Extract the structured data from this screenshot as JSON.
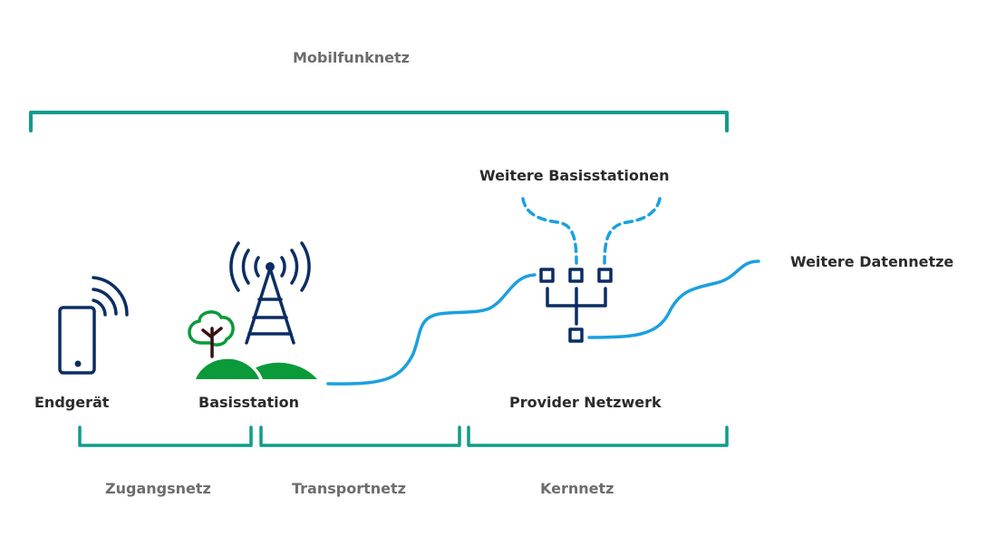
{
  "title": "Mobilfunknetz",
  "nodes": {
    "device": "Endgerät",
    "base_station": "Basisstation",
    "provider": "Provider Netzwerk",
    "more_base_stations": "Weitere Basisstationen",
    "more_data_networks": "Weitere Datennetze"
  },
  "segments": {
    "access": "Zugangsnetz",
    "transport": "Transportnetz",
    "core": "Kernnetz"
  },
  "colors": {
    "bracket": "#0e9c8c",
    "icon_navy": "#0b2d64",
    "green": "#0a9a3a",
    "link_blue": "#1aa0e0",
    "tree_trunk": "#3a1010"
  }
}
